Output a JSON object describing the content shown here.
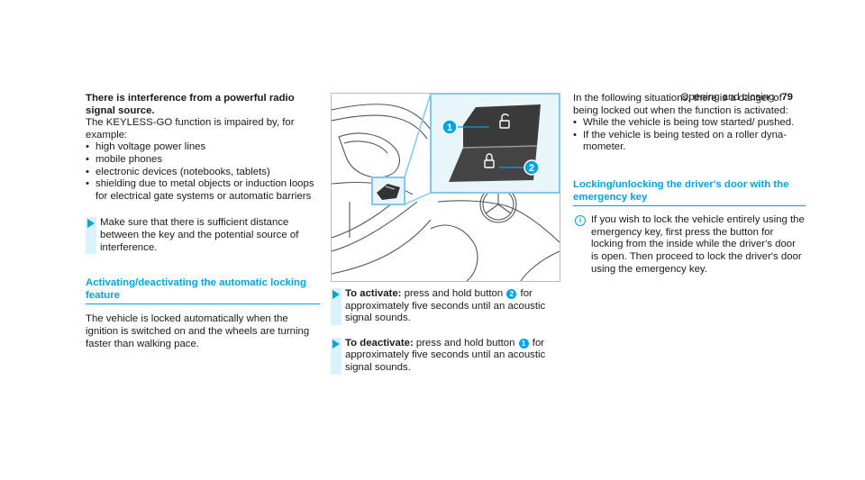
{
  "header": {
    "section": "Opening and closing",
    "page": "79"
  },
  "col1": {
    "interference_title": "There is interference from a powerful radio signal source.",
    "interference_intro": "The KEYLESS-GO function is impaired by, for example:",
    "interference_items": [
      "high voltage power lines",
      "mobile phones",
      "electronic devices (notebooks, tablets)",
      "shielding due to metal objects or induction loops for electrical gate systems or auto­matic barriers"
    ],
    "distance_step": "Make sure that there is sufficient distance between the key and the potential source of interference.",
    "auto_lock_title": "Activating/deactivating the automatic lock­ing feature",
    "auto_lock_text": "The vehicle is locked automatically when the ignition is switched on and the wheels are turn­ing faster than walking pace."
  },
  "figure": {
    "callout_1": "1",
    "callout_2": "2"
  },
  "col2": {
    "activate_label": "To activate:",
    "activate_text_a": " press and hold button ",
    "activate_button": "2",
    "activate_text_b": " for approximately five seconds until an acoustic signal sounds.",
    "deactivate_label": "To deactivate:",
    "deactivate_text_a": " press and hold button ",
    "deactivate_button": "1",
    "deactivate_text_b": " for approximately five seconds until an acoustic signal sounds."
  },
  "col3": {
    "danger_intro": "In the following situations, there is a danger of being locked out when the function is activated:",
    "danger_items": [
      "While the vehicle is being tow started/ pushed.",
      "If the vehicle is being tested on a roller dyna­mometer."
    ],
    "emergency_title": "Locking/unlocking the driver's door with the emergency key",
    "note_icon": "i",
    "emergency_note": "If you wish to lock the vehicle entirely using the emergency key, first press the button for locking from the inside while the driver's door is open. Then proceed to lock the driv­er's door using the emergency key."
  },
  "colors": {
    "accent": "#00a4e4",
    "step_bar": "#d9f2fb"
  }
}
